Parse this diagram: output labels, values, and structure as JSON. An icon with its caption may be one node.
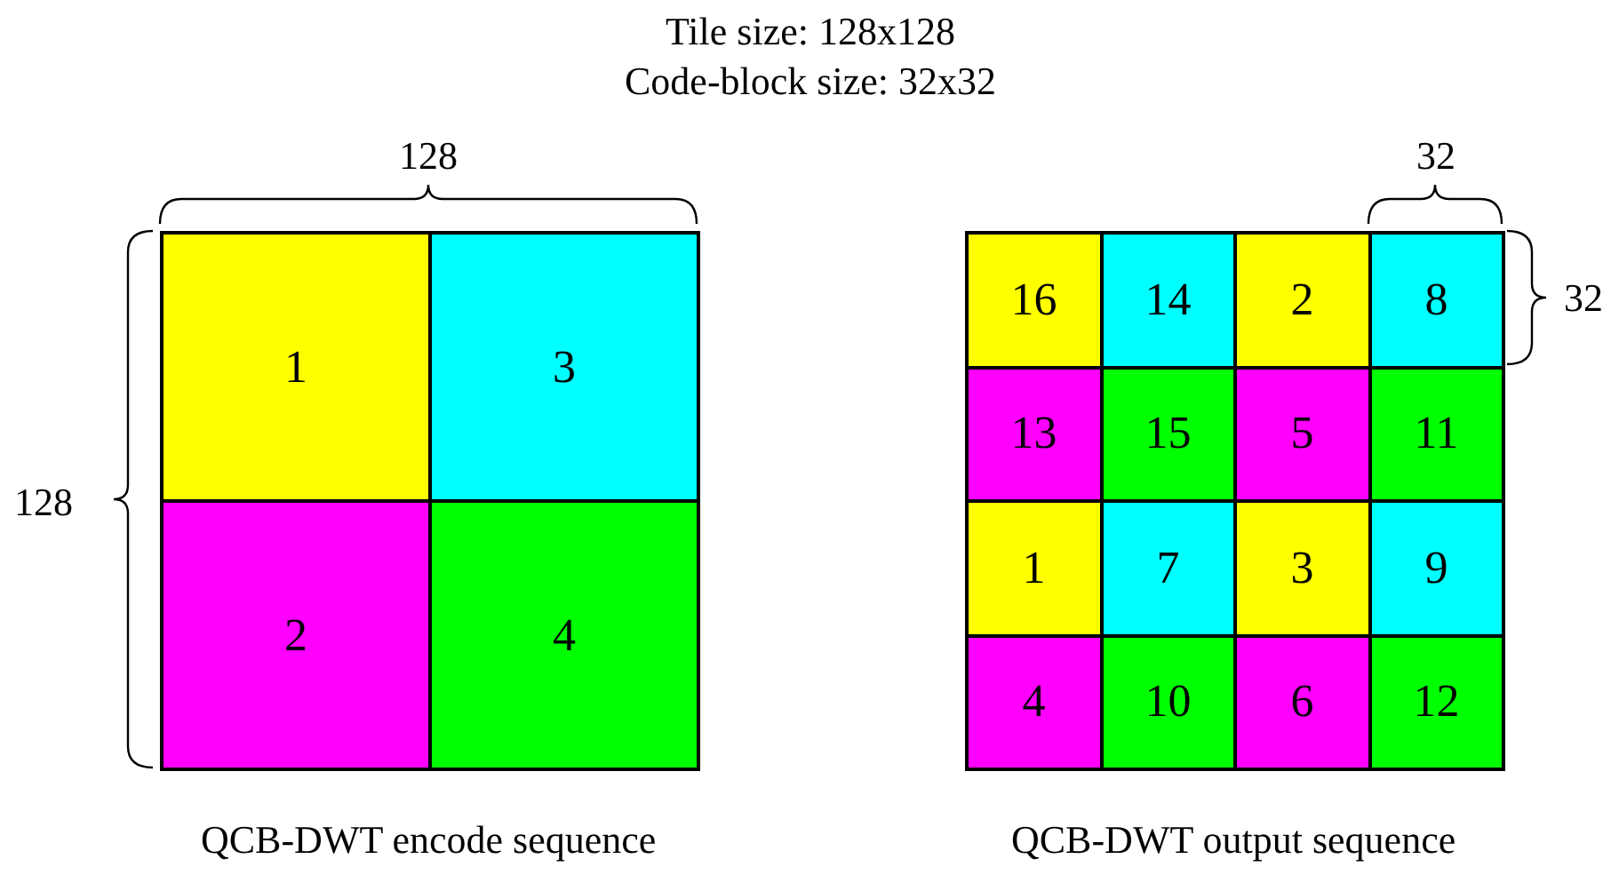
{
  "diagram": {
    "nodes": [
      {
        "text": [
          "1"
        ]
      },
      {
        "text": [
          "3"
        ]
      },
      {
        "text": [
          "2"
        ]
      },
      {
        "text": [
          "4"
        ]
      },
      {
        "text": [
          "16"
        ]
      },
      {
        "text": [
          "14"
        ]
      },
      {
        "text": [
          "2"
        ]
      },
      {
        "text": [
          "8"
        ]
      },
      {
        "text": [
          "13"
        ]
      },
      {
        "text": [
          "15"
        ]
      },
      {
        "text": [
          "5"
        ]
      },
      {
        "text": [
          "11"
        ]
      },
      {
        "text": [
          "1"
        ]
      },
      {
        "text": [
          "7"
        ]
      },
      {
        "text": [
          "3"
        ]
      },
      {
        "text": [
          "9"
        ]
      },
      {
        "text": [
          "4"
        ]
      },
      {
        "text": [
          "10"
        ]
      },
      {
        "text": [
          "6"
        ]
      },
      {
        "text": [
          "12"
        ]
      }
    ],
    "edges": [],
    "labels": [
      "Tile size: 128x128",
      "Code-block size: 32x32",
      "128",
      "32",
      "128",
      "32",
      "QCB-DWT encode sequence",
      "QCB-DWT output sequence"
    ]
  }
}
